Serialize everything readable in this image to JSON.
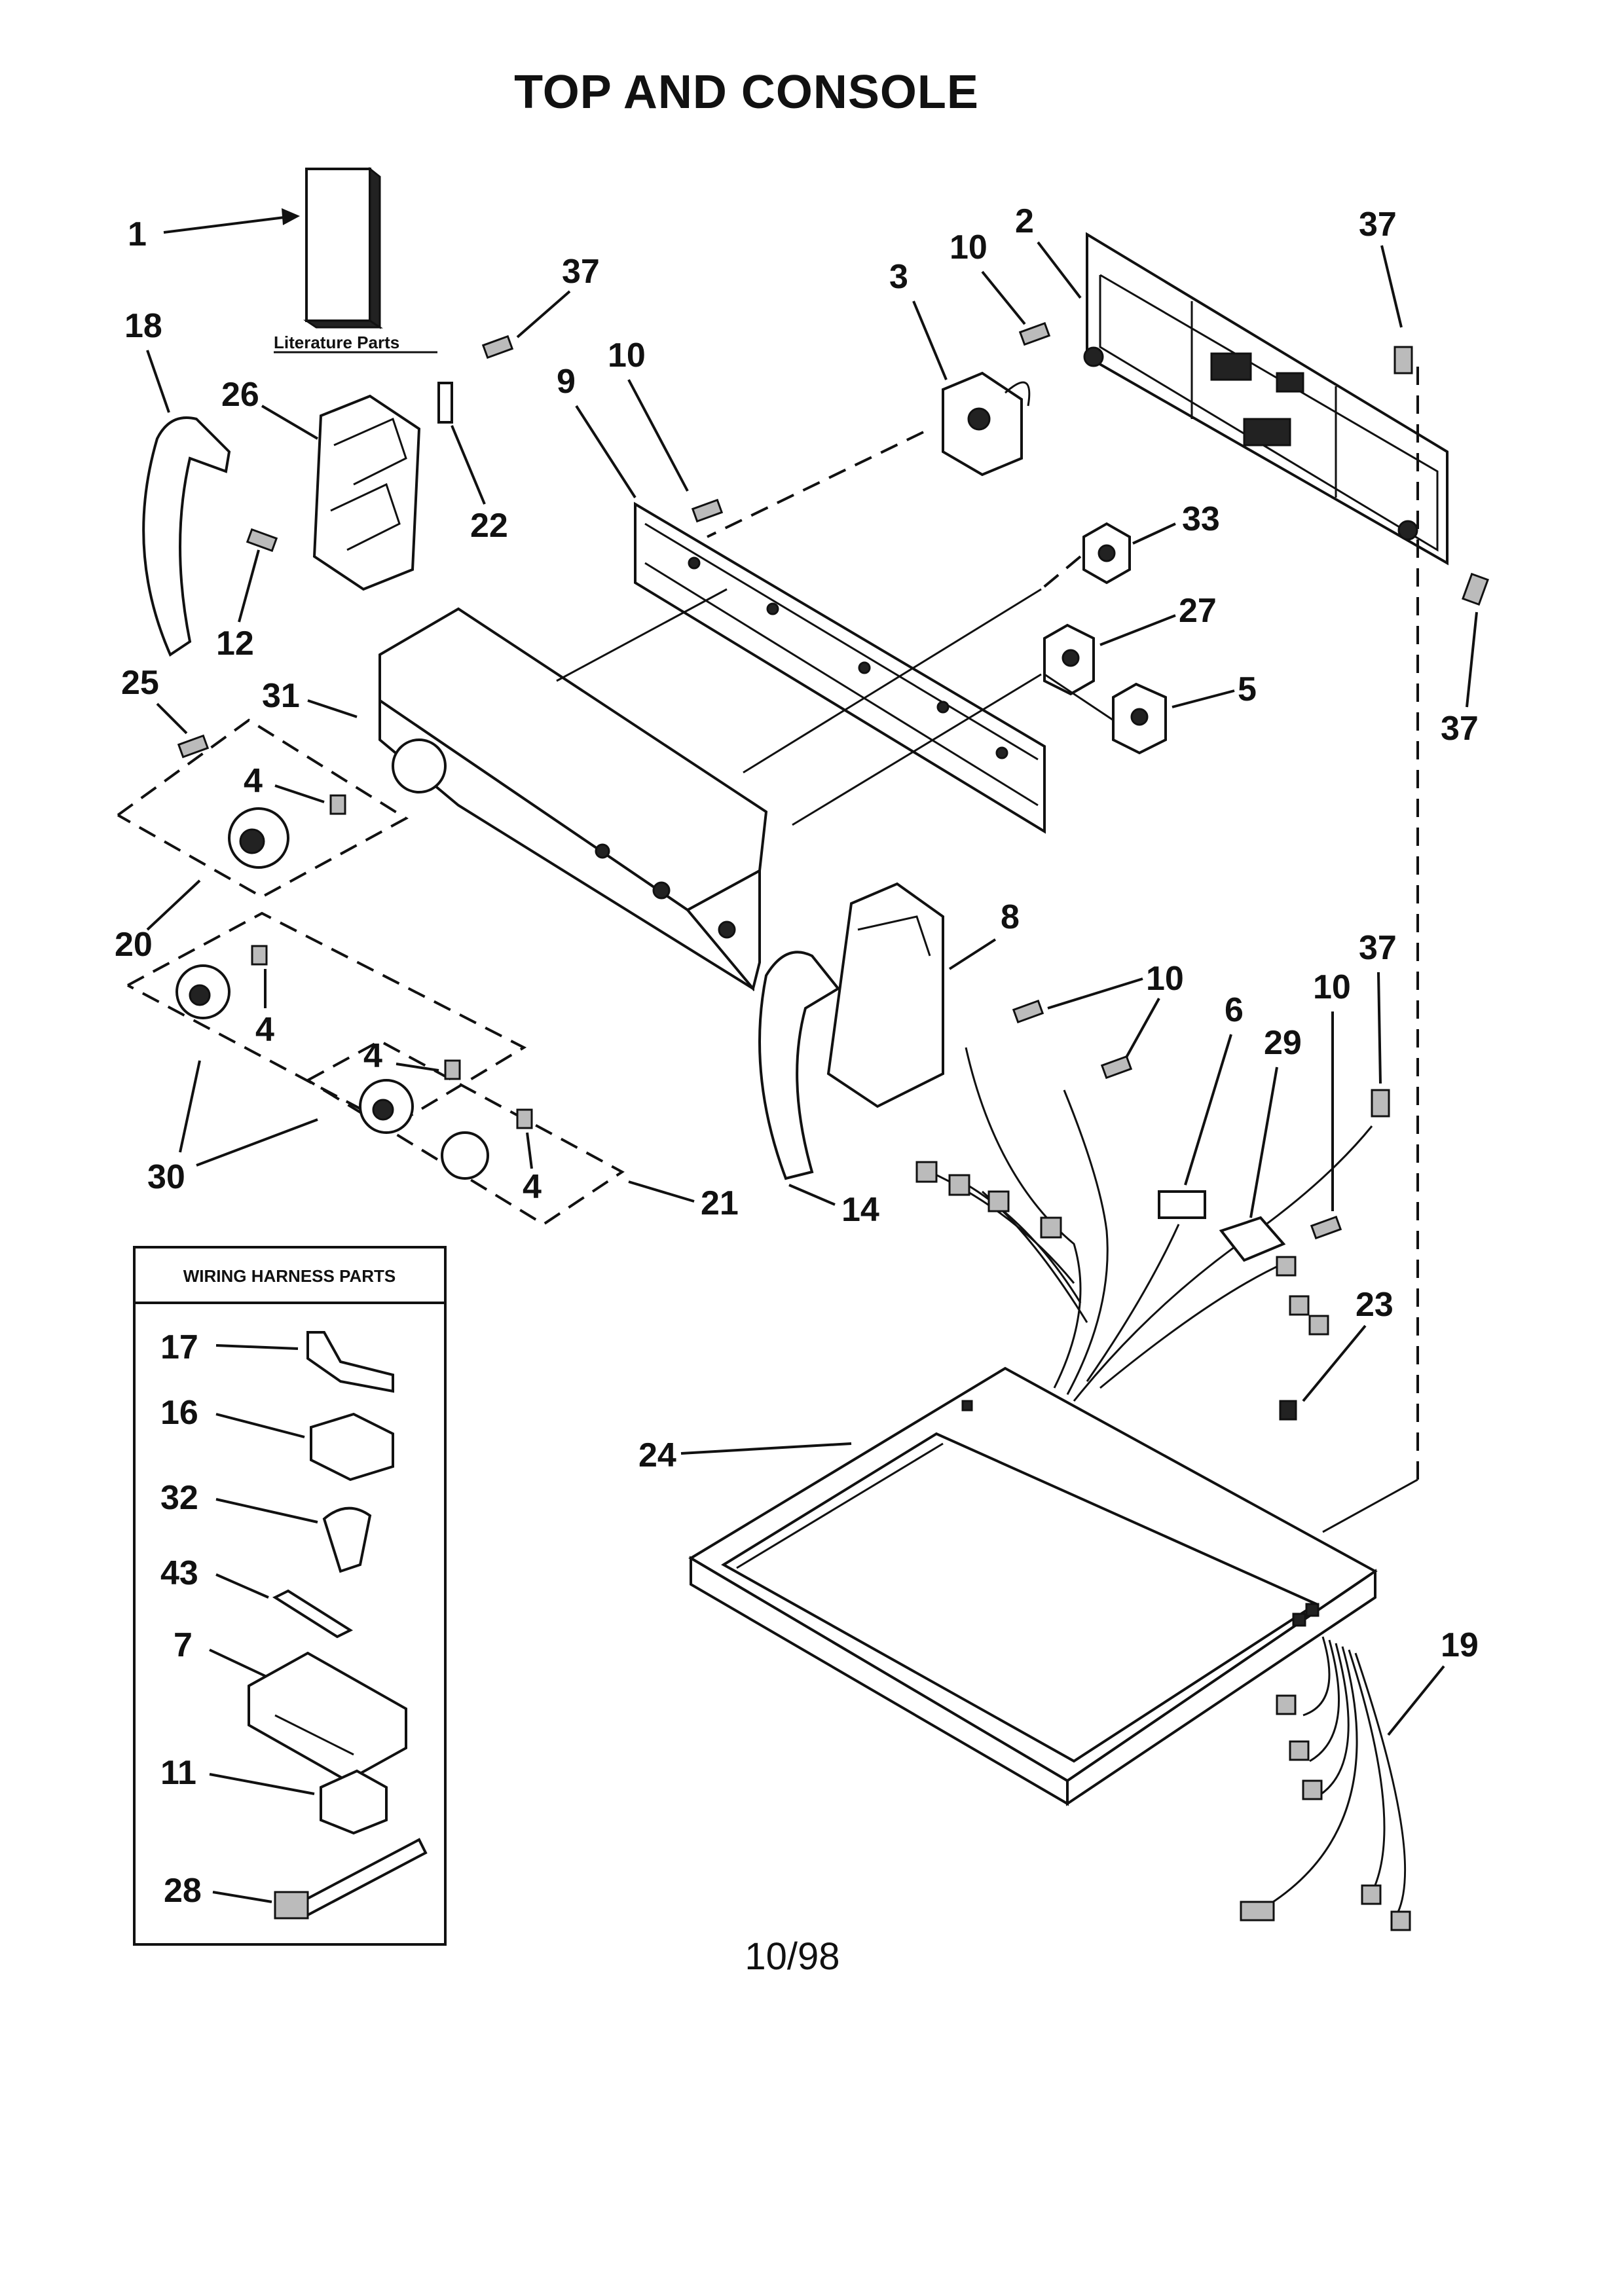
{
  "title": "TOP AND CONSOLE",
  "footer": "10/98",
  "literature_label": "Literature Parts",
  "harness_box_title": "WIRING HARNESS PARTS",
  "callouts": {
    "c1": "1",
    "c2": "2",
    "c3": "3",
    "c4a": "4",
    "c4b": "4",
    "c4c": "4",
    "c4d": "4",
    "c5": "5",
    "c6": "6",
    "c8": "8",
    "c9": "9",
    "c10a": "10",
    "c10b": "10",
    "c10c": "10",
    "c10d": "10",
    "c12": "12",
    "c14": "14",
    "c18": "18",
    "c19": "19",
    "c20": "20",
    "c21": "21",
    "c22": "22",
    "c23": "23",
    "c24": "24",
    "c25": "25",
    "c26": "26",
    "c27": "27",
    "c29": "29",
    "c30": "30",
    "c31": "31",
    "c33": "33",
    "c37a": "37",
    "c37b": "37",
    "c37c": "37",
    "c37d": "37",
    "c17": "17",
    "c16": "16",
    "c32": "32",
    "c43": "43",
    "c7": "7",
    "c11": "11",
    "c28": "28"
  }
}
